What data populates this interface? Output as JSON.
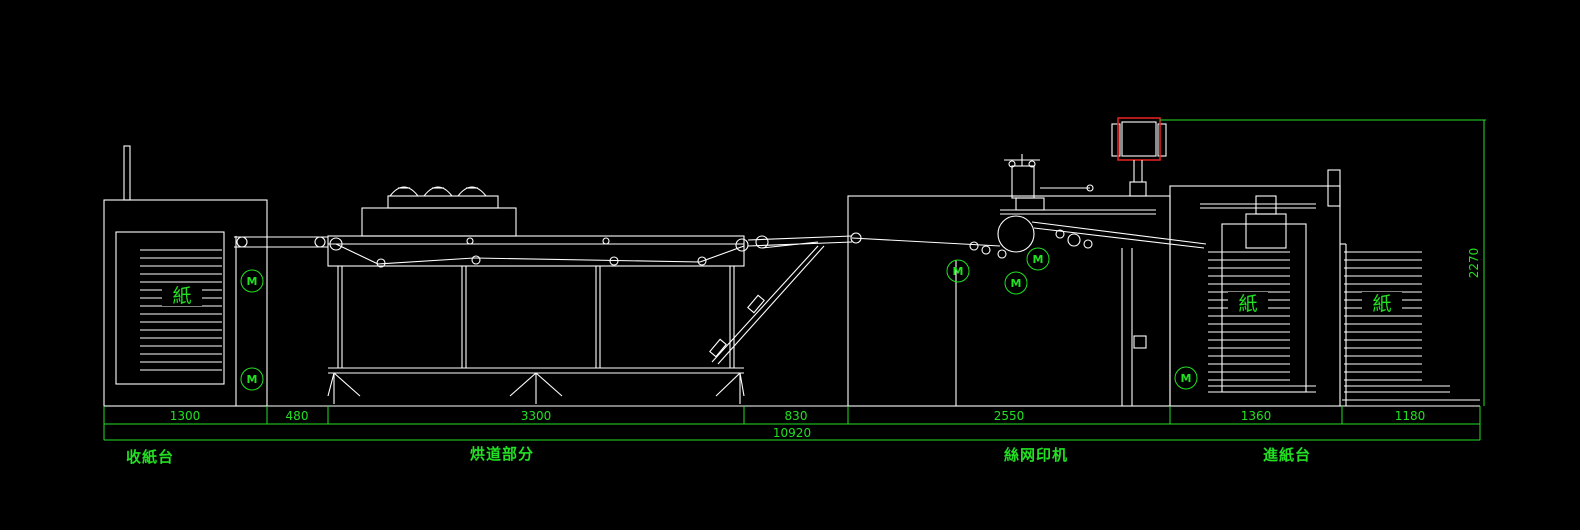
{
  "colors": {
    "background": "#000000",
    "line": "#ffffff",
    "dimension": "#22e022",
    "accent": "#e02020"
  },
  "dimensions": {
    "d1": "1300",
    "d2": "480",
    "d3": "3300",
    "d4": "830",
    "d5": "2550",
    "d6": "1360",
    "d7": "1180",
    "total": "10920",
    "height": "2270"
  },
  "sections": {
    "delivery": "收紙台",
    "dryer": "烘道部分",
    "printer": "絲网印机",
    "feeder": "進紙台"
  },
  "labels": {
    "paper": "紙",
    "motor": "M"
  }
}
